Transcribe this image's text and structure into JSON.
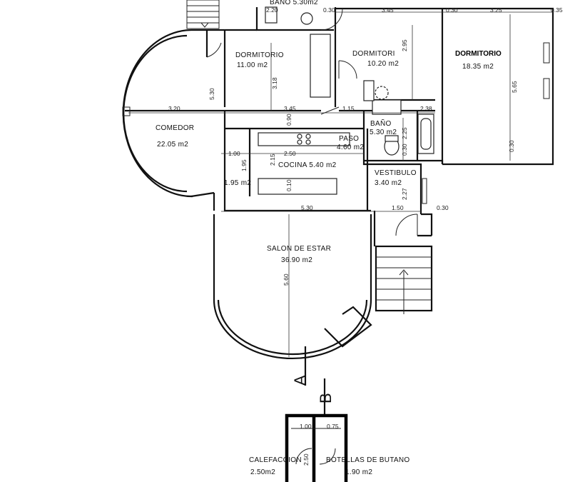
{
  "rooms": {
    "bano_top": "BAÑO 5.30m2",
    "dorm1_name": "DORMITORIO",
    "dorm1_area": "11.00 m2",
    "dorm2_name": "DORMITORI",
    "dorm2_area": "10.20 m2",
    "dorm3_name": "DORMITORIO",
    "dorm3_area": "18.35 m2",
    "comedor_name": "COMEDOR",
    "comedor_area": "22.05 m2",
    "bano_name": "BAÑO",
    "bano_area": "5.30 m2",
    "paso_name": "PASO",
    "paso_area": "4.60 m2",
    "cocina": "COCINA 5.40 m2",
    "despensa_area": "1.95 m2",
    "vestibulo_name": "VESTIBULO",
    "vestibulo_area": "3.40 m2",
    "salon_name": "SALON DE ESTAR",
    "salon_area": "36.90 m2",
    "calefaccion_name": "CALEFACCION",
    "calefaccion_area": "2.50m2",
    "butano_name": "BOTELLAS DE BUTANO",
    "butano_area": "1.90 m2"
  },
  "dims": {
    "d220": "2.20",
    "d030a": "0.30",
    "d345a": "3.45",
    "d030b": "0.30",
    "d325": "3.25",
    "d035": "0.35",
    "d295": "2.95",
    "d530": "5.30",
    "d318": "3.18",
    "d565": "5.65",
    "d320": "3.20",
    "d345b": "3.45",
    "d115": "1.15",
    "d238": "2.38",
    "d090": "0.90",
    "d225": "2.25",
    "d030c": "0.30",
    "d030d": "0.30",
    "d100": "1.00",
    "d250": "2.50",
    "d215": "2.15",
    "d195": "1.95",
    "d010": "0.10",
    "d227": "2.27",
    "d530b": "5.30",
    "d150": "1.50",
    "d030e": "0.30",
    "d560": "5.60",
    "d100b": "1.00",
    "d075": "0.75",
    "d250b": "2.50"
  },
  "sections": {
    "a": "A",
    "b": "B"
  }
}
